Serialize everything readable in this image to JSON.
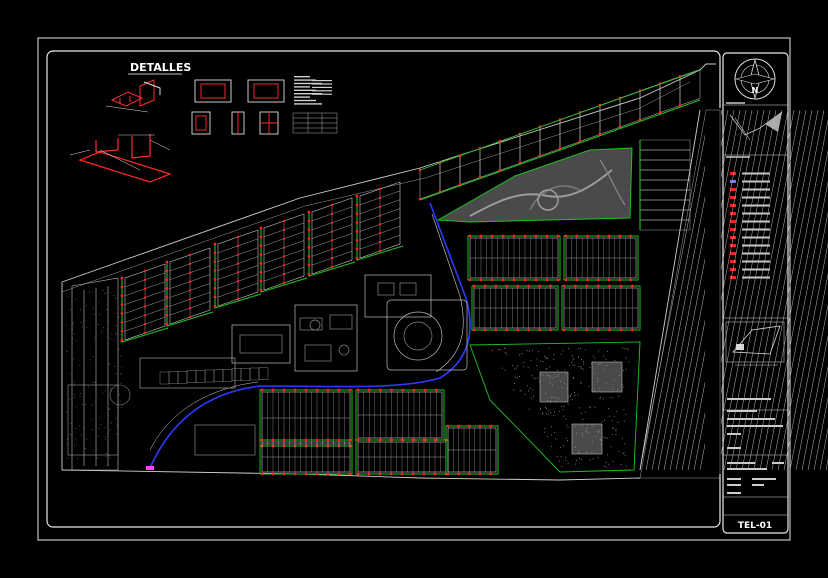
{
  "colors": {
    "background": "#000000",
    "frame": "#e8e8e8",
    "lot_line": "#c8c8c8",
    "conduit": "#22c022",
    "node": "#ff2020",
    "main_line": "#2a3cff",
    "park_fill": "#4a4a4a",
    "hatch": "#bbbbbb",
    "detail_red": "#ff3030"
  },
  "details": {
    "title": "DETALLES"
  },
  "north_arrow": {
    "letter": "N"
  },
  "sheet": {
    "code": "TEL-01"
  }
}
